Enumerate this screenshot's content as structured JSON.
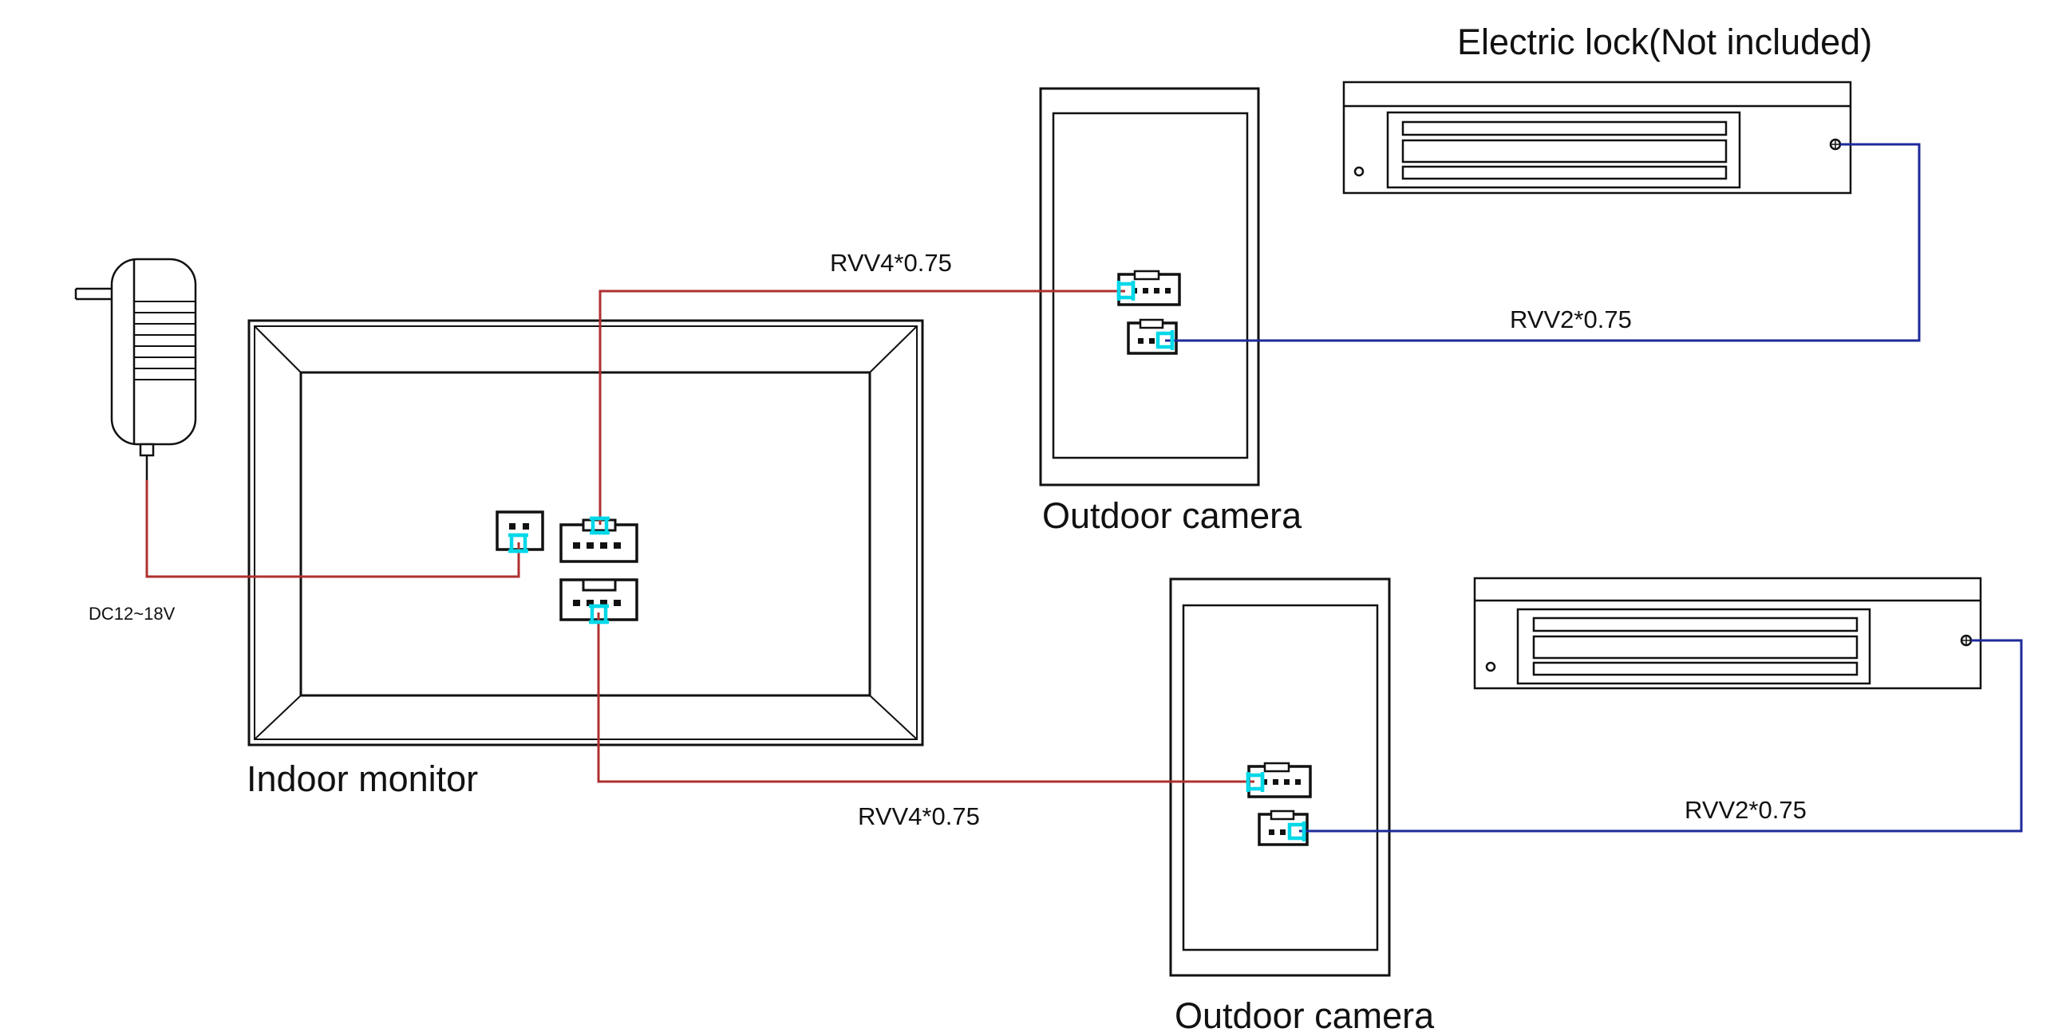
{
  "labels": {
    "electric_lock": "Electric lock(Not included)",
    "outdoor_camera_top": "Outdoor camera",
    "outdoor_camera_bottom": "Outdoor camera",
    "indoor_monitor": "Indoor monitor",
    "power_voltage": "DC12~18V"
  },
  "cables": {
    "camera1_signal": "RVV4*0.75",
    "camera2_signal": "RVV4*0.75",
    "lock1": "RVV2*0.75",
    "lock2": "RVV2*0.75"
  },
  "colors": {
    "signal_wire": "#b03030",
    "lock_wire": "#1e2a9a",
    "terminal": "#00d8e8",
    "outline": "#111111"
  }
}
